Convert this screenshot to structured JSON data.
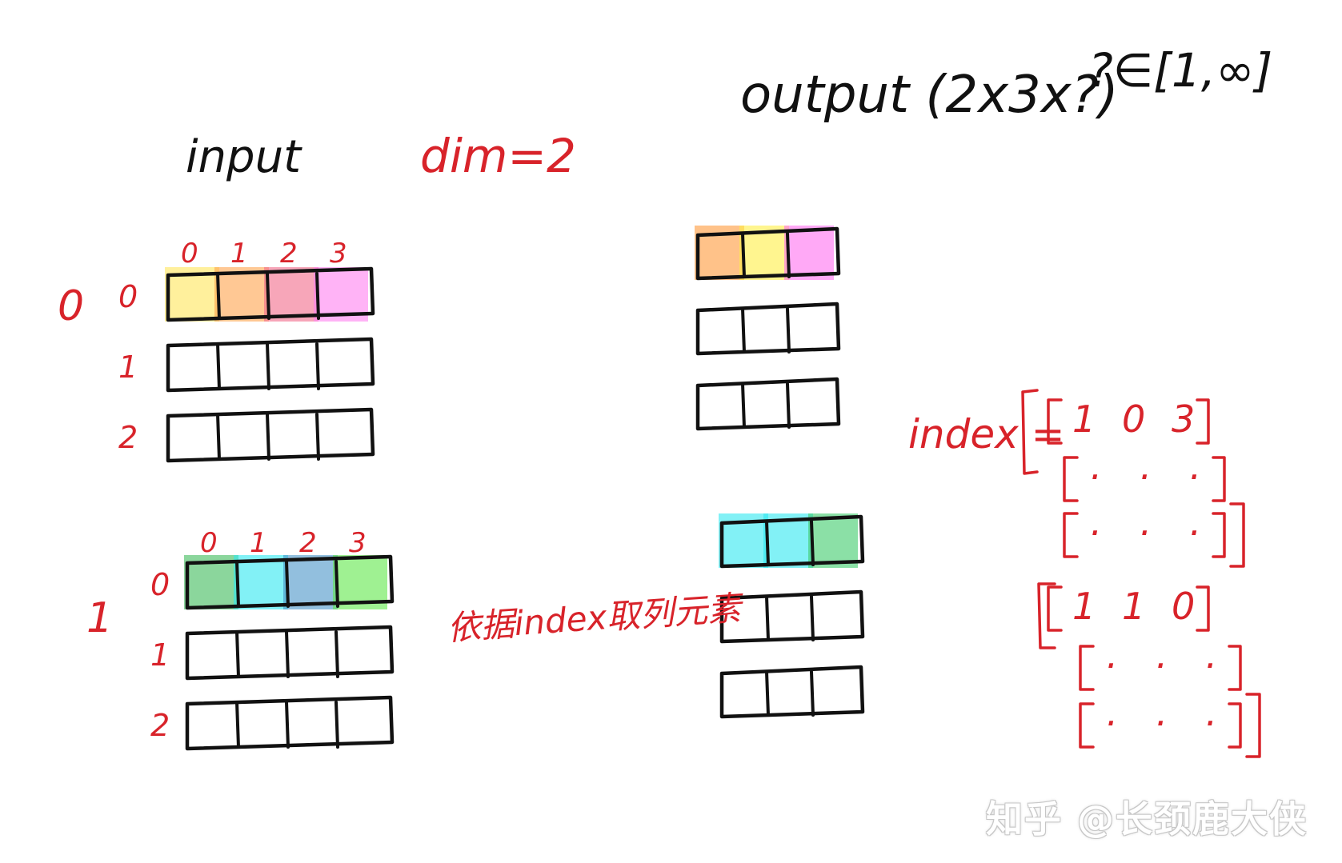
{
  "labels": {
    "input": "input",
    "dim": "dim=2",
    "output": "output (2x3x?)",
    "range": "?∈[1,∞]",
    "index_label": "index =",
    "gather_note": "依据index取列元素"
  },
  "input_batches": [
    {
      "batch": "0",
      "rows": [
        "0",
        "1",
        "2"
      ],
      "cols": [
        "0",
        "1",
        "2",
        "3"
      ],
      "highlight": [
        "#ffe65a",
        "#ffa44d",
        "#f26b8a",
        "#ff80f0"
      ]
    },
    {
      "batch": "1",
      "rows": [
        "0",
        "1",
        "2"
      ],
      "cols": [
        "0",
        "1",
        "2",
        "3"
      ],
      "highlight": [
        "#3dbb5a",
        "#2ee8f0",
        "#4a95c8",
        "#5fe84a"
      ]
    }
  ],
  "output_batches": [
    {
      "highlight": [
        "#ff9a3a",
        "#ffee44",
        "#ff70f0"
      ]
    },
    {
      "highlight": [
        "#2ee8f0",
        "#2ee8f0",
        "#3dcb6a"
      ]
    }
  ],
  "index_rows": [
    {
      "values": [
        "1",
        "0",
        "3"
      ]
    },
    {
      "values": [
        "·",
        "·",
        "·"
      ]
    },
    {
      "values": [
        "·",
        "·",
        "·"
      ]
    },
    {
      "values": [
        "1",
        "1",
        "0"
      ]
    },
    {
      "values": [
        "·",
        "·",
        "·"
      ]
    },
    {
      "values": [
        "·",
        "·",
        "·"
      ]
    }
  ],
  "colors": {
    "ink": "#111111",
    "accent_red": "#d8232a"
  },
  "watermark": "知乎 @长颈鹿大侠"
}
